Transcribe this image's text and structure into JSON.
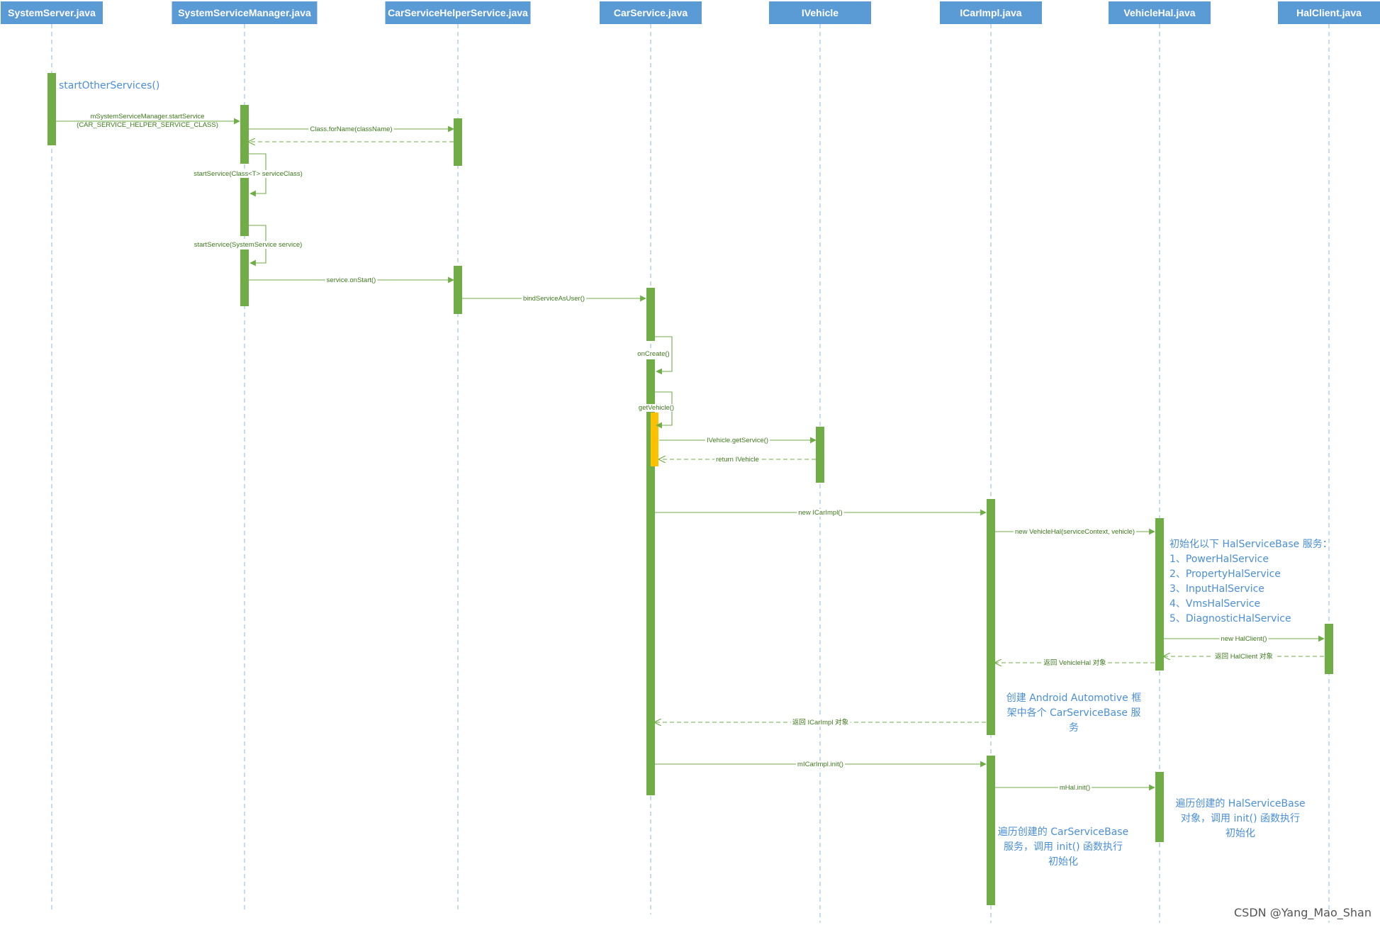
{
  "colors": {
    "header_bg": "#5b9bd5",
    "header_text": "#ffffff",
    "lifeline": "#9dc3e6",
    "activation": "#70ad47",
    "activation_highlight": "#ffc000",
    "message": "#70ad47",
    "message_text": "#3d7a1c",
    "note_text": "#4a8fd8"
  },
  "participants": [
    {
      "id": "ss",
      "label": "SystemServer.java"
    },
    {
      "id": "ssm",
      "label": "SystemServiceManager.java"
    },
    {
      "id": "cshs",
      "label": "CarServiceHelperService.java"
    },
    {
      "id": "cs",
      "label": "CarService.java"
    },
    {
      "id": "iv",
      "label": "IVehicle"
    },
    {
      "id": "ici",
      "label": "ICarImpl.java"
    },
    {
      "id": "vh",
      "label": "VehicleHal.java"
    },
    {
      "id": "hc",
      "label": "HalClient.java"
    }
  ],
  "messages": [
    {
      "lines": [
        "mSystemServiceManager.startService",
        "(CAR_SERVICE_HELPER_SERVICE_CLASS)"
      ]
    },
    {
      "lines": [
        "Class.forName(className)"
      ]
    },
    {
      "lines": [
        "startService(Class<T> serviceClass)"
      ]
    },
    {
      "lines": [
        "startService(SystemService service)"
      ]
    },
    {
      "lines": [
        "service.onStart()"
      ]
    },
    {
      "lines": [
        "bindServiceAsUser()"
      ]
    },
    {
      "lines": [
        "onCreate()"
      ]
    },
    {
      "lines": [
        "getVehicle()"
      ]
    },
    {
      "lines": [
        "IVehicle.getService()"
      ]
    },
    {
      "lines": [
        "return IVehicle"
      ]
    },
    {
      "lines": [
        "new ICarImpl()"
      ]
    },
    {
      "lines": [
        "new VehicleHal(serviceContext, vehicle)"
      ]
    },
    {
      "lines": [
        "new HalClient()"
      ]
    },
    {
      "lines": [
        "返回 HalClient 对象"
      ]
    },
    {
      "lines": [
        "返回 VehicleHal 对象"
      ]
    },
    {
      "lines": [
        "返回 ICarImpl 对象"
      ]
    },
    {
      "lines": [
        "mICarImpl.init()"
      ]
    },
    {
      "lines": [
        "mHal.init()"
      ]
    }
  ],
  "notes": [
    {
      "lines": [
        "startOtherServices()"
      ]
    },
    {
      "lines": [
        "初始化以下 HalServiceBase 服务：",
        "1、PowerHalService",
        "2、PropertyHalService",
        "3、InputHalService",
        "4、VmsHalService",
        "5、DiagnosticHalService"
      ]
    },
    {
      "lines": [
        "创建 Android Automotive 框",
        "架中各个 CarServiceBase 服",
        "务"
      ]
    },
    {
      "lines": [
        "遍历创建的 CarServiceBase",
        "服务，调用 init() 函数执行",
        "初始化"
      ]
    },
    {
      "lines": [
        "遍历创建的 HalServiceBase",
        "对象，调用 init() 函数执行",
        "初始化"
      ]
    }
  ],
  "watermark": "CSDN @Yang_Mao_Shan"
}
